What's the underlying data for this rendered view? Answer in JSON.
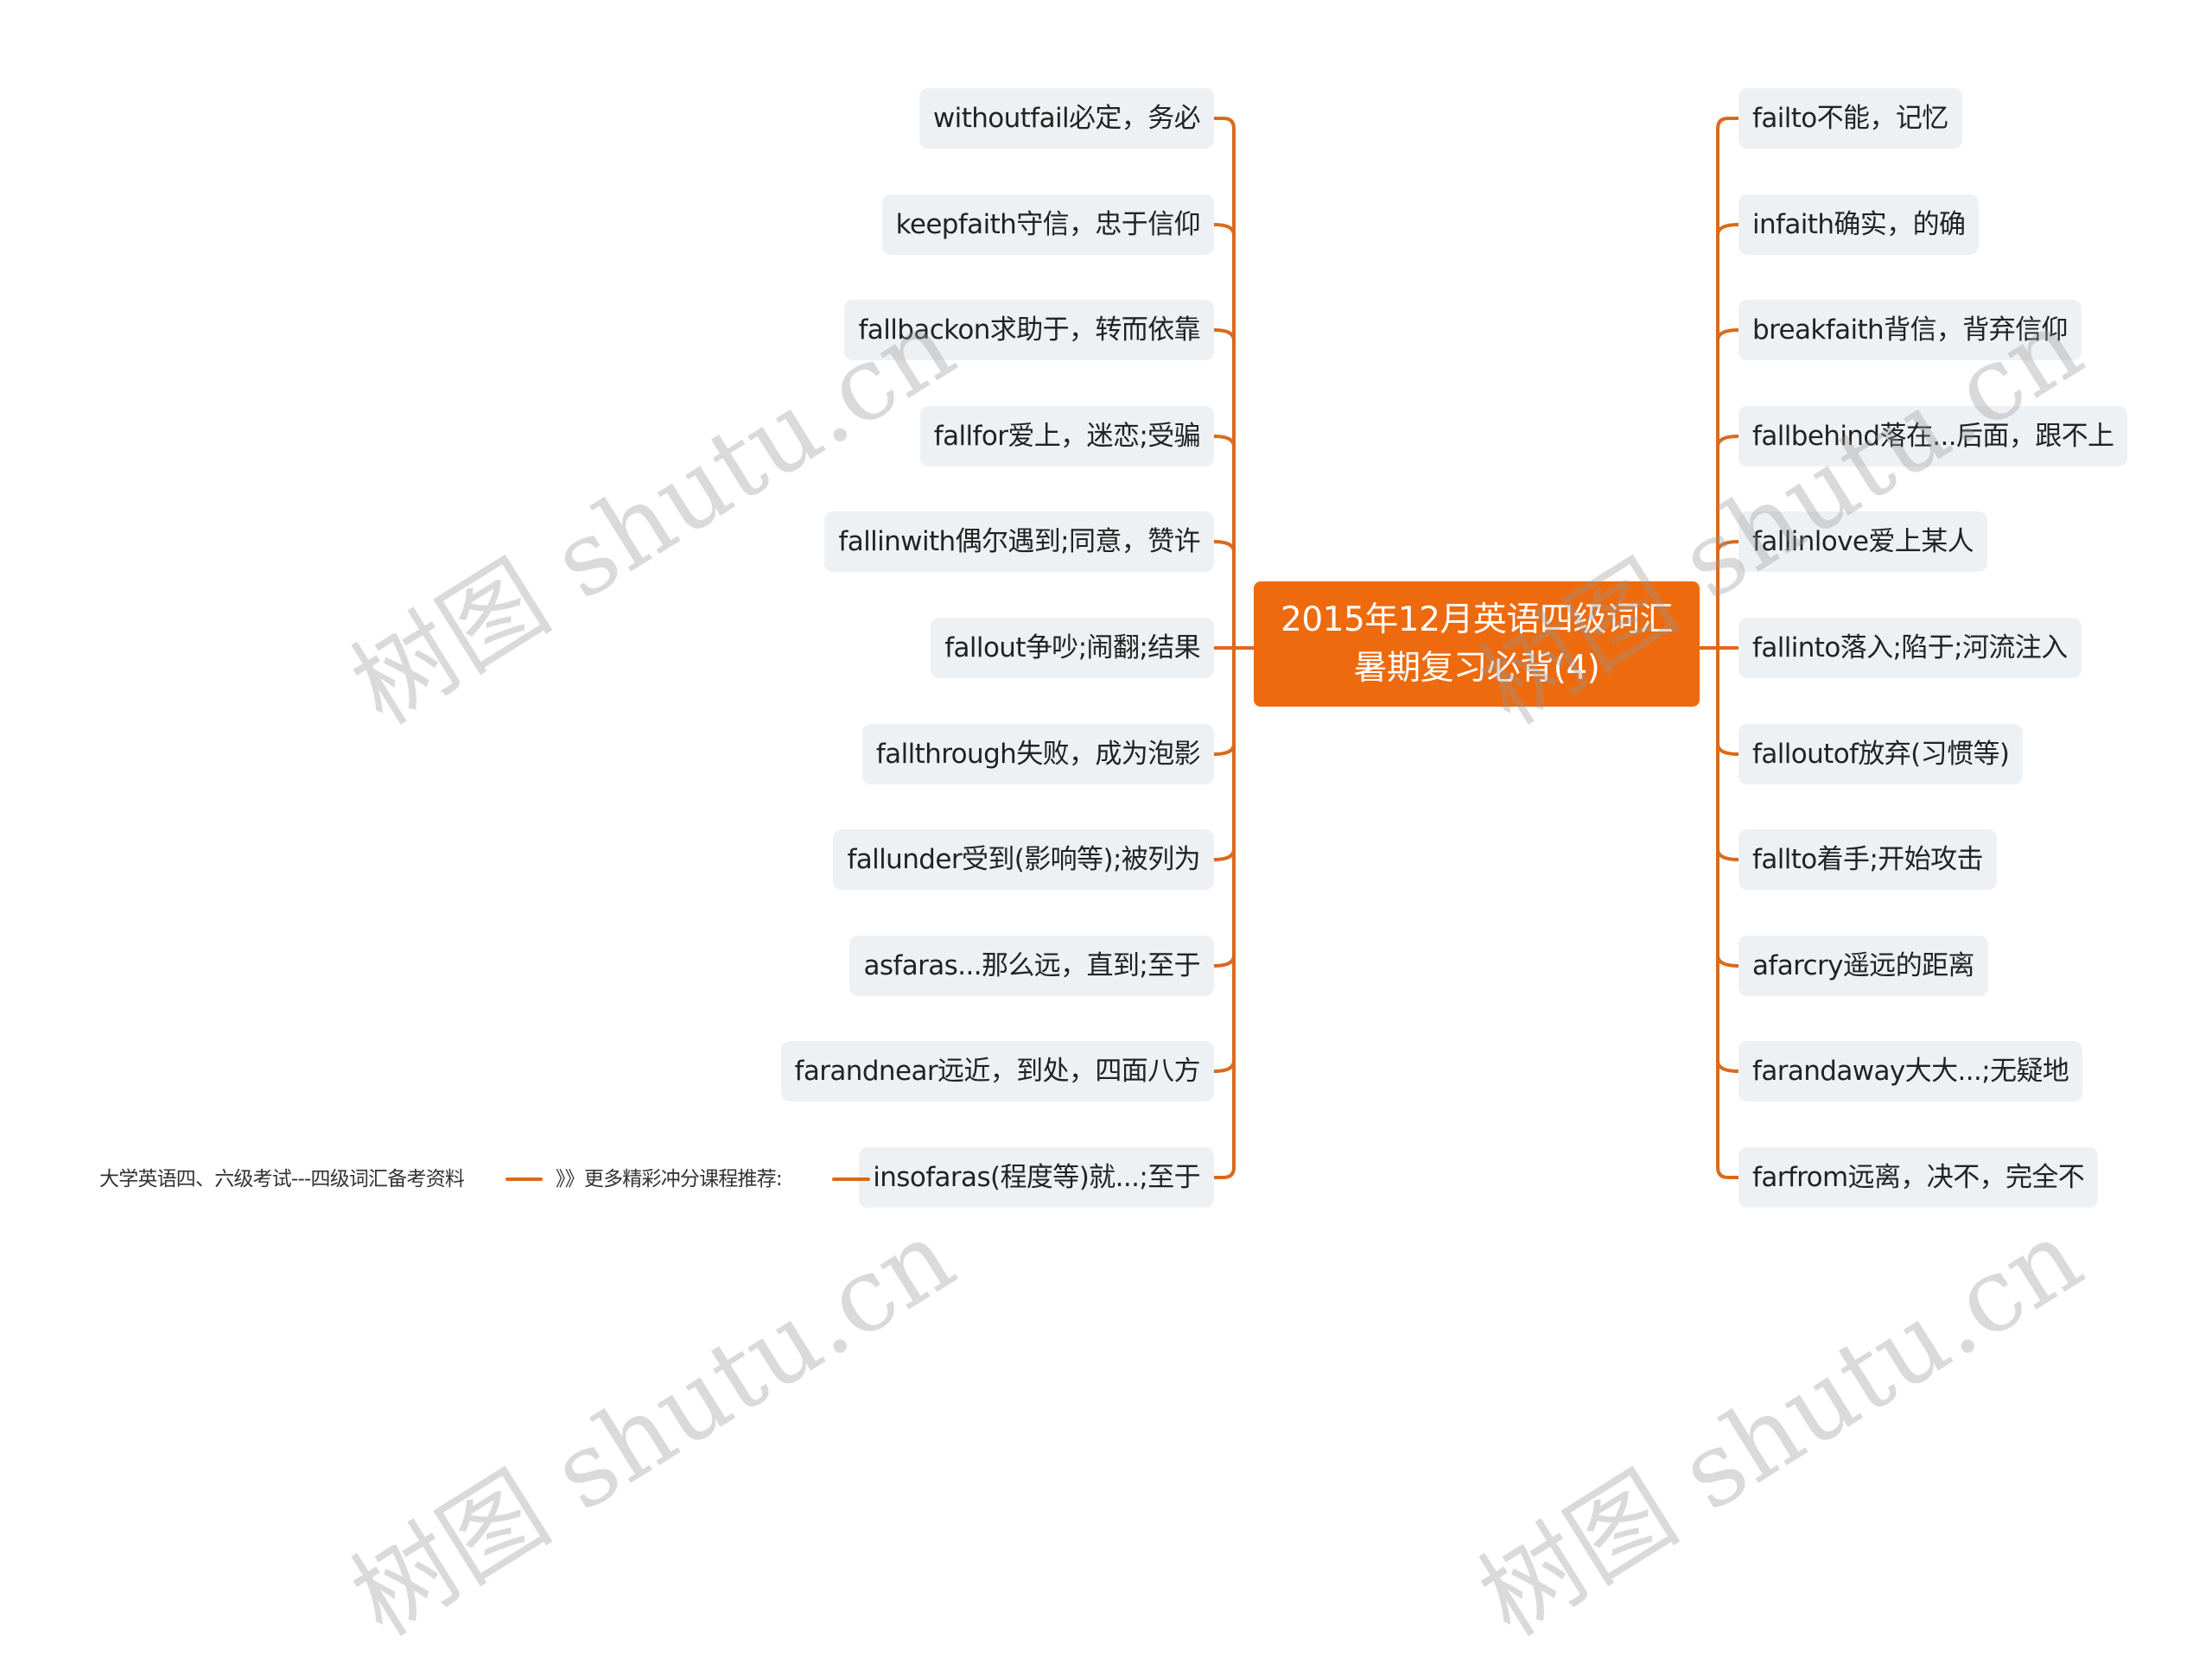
{
  "mindmap": {
    "root": {
      "line1": "2015年12月英语四级词汇",
      "line2": "暑期复习必背(4)"
    },
    "left_items": [
      {
        "label": "withoutfail必定，务必"
      },
      {
        "label": "keepfaith守信，忠于信仰"
      },
      {
        "label": "fallbackon求助于，转而依靠"
      },
      {
        "label": "fallfor爱上，迷恋;受骗"
      },
      {
        "label": "fallinwith偶尔遇到;同意，赞许"
      },
      {
        "label": "fallout争吵;闹翻;结果"
      },
      {
        "label": "fallthrough失败，成为泡影"
      },
      {
        "label": "fallunder受到(影响等);被列为"
      },
      {
        "label": "asfaras...那么远，直到;至于"
      },
      {
        "label": "farandnear远近，到处，四面八方"
      },
      {
        "label": "insofaras(程度等)就...;至于"
      }
    ],
    "right_items": [
      {
        "label": "failto不能，记忆"
      },
      {
        "label": "infaith确实，的确"
      },
      {
        "label": "breakfaith背信，背弃信仰"
      },
      {
        "label": "fallbehind落在...后面，跟不上"
      },
      {
        "label": "fallinlove爱上某人"
      },
      {
        "label": "fallinto落入;陷于;河流注入"
      },
      {
        "label": "falloutof放弃(习惯等)"
      },
      {
        "label": "fallto着手;开始攻击"
      },
      {
        "label": "afarcry遥远的距离"
      },
      {
        "label": "farandaway大大...;无疑地"
      },
      {
        "label": "farfrom远离，决不，完全不"
      }
    ],
    "footnote": {
      "source": "大学英语四、六级考试---四级词汇备考资料",
      "recommend": "》》更多精彩冲分课程推荐:"
    }
  },
  "watermark": {
    "text": "树图 shutu.cn"
  },
  "colors": {
    "root_fill": "#EE6A0E",
    "branch_line": "#DA6A1D",
    "node_fill": "#EEF1F4",
    "node_text": "#222222",
    "root_text": "#FFFFFF"
  }
}
